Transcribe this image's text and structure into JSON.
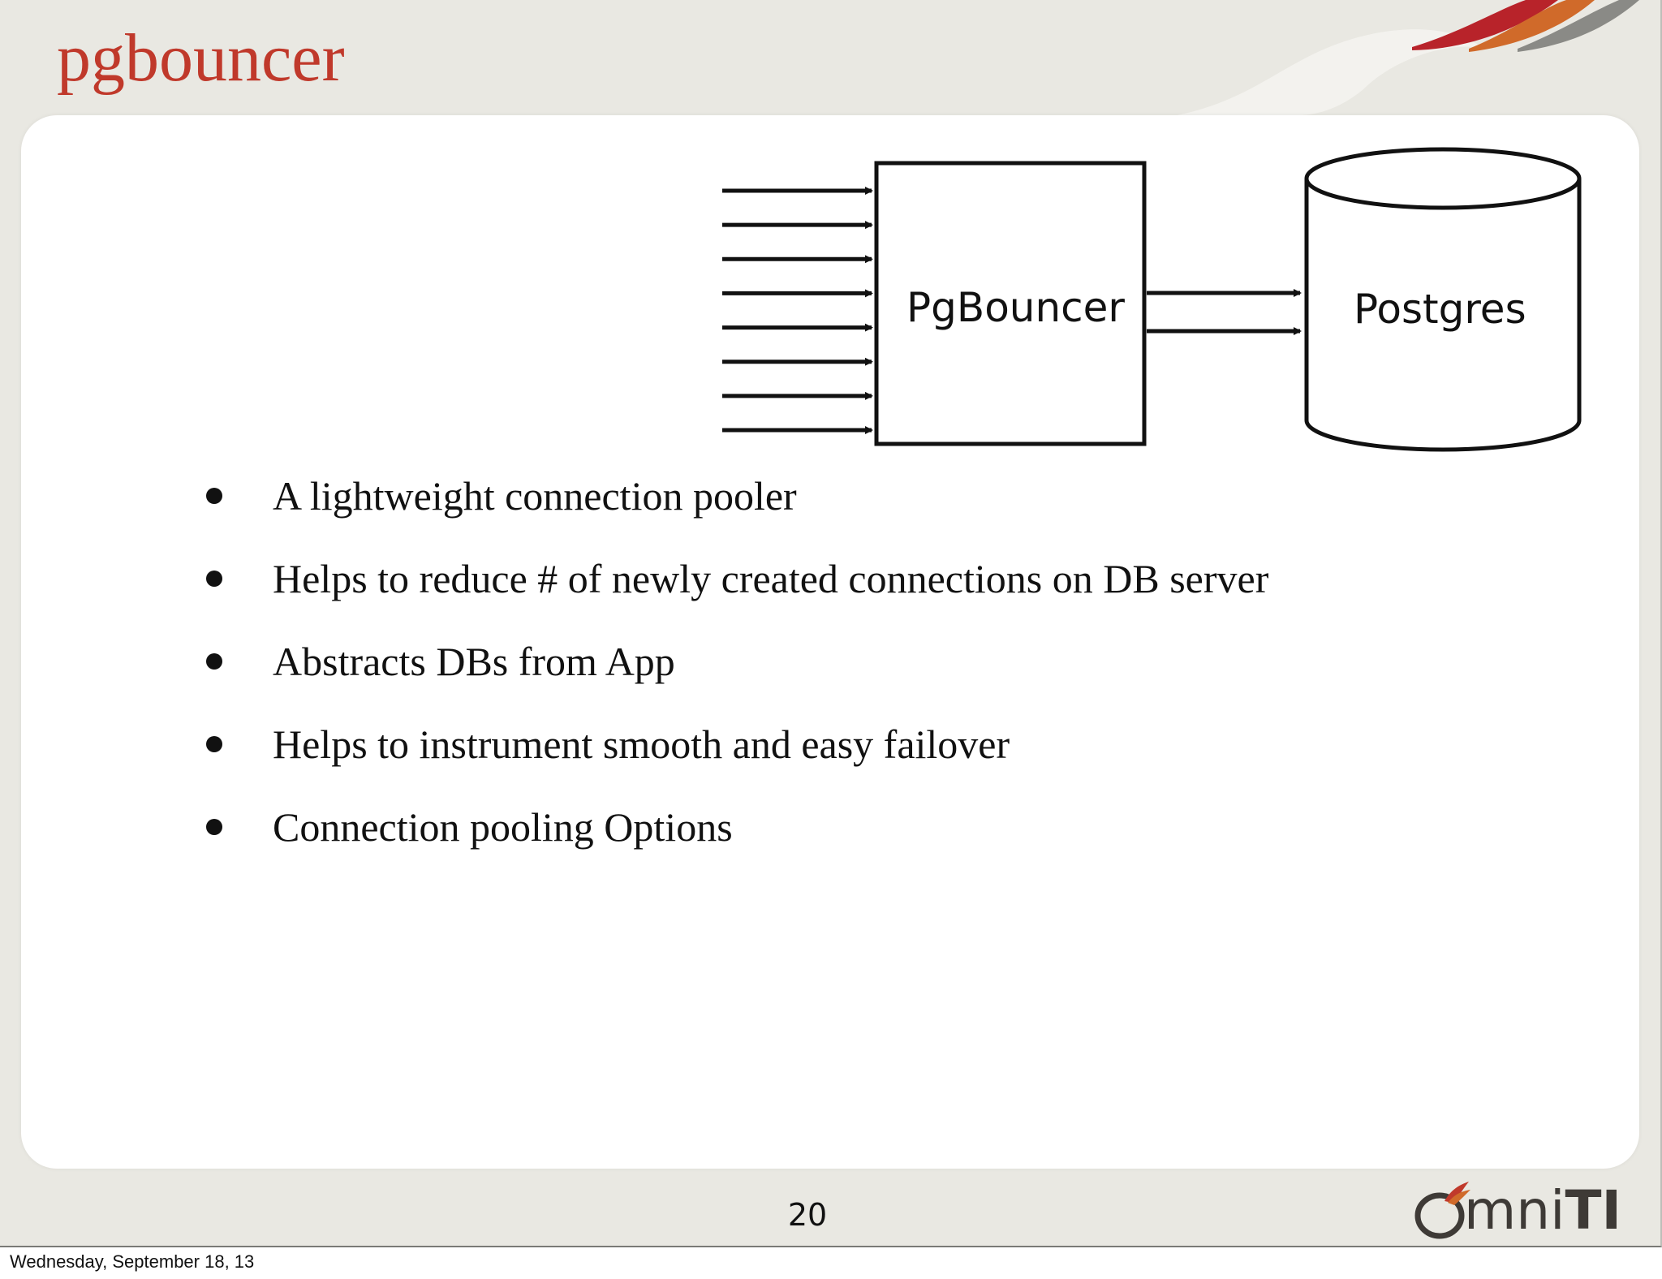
{
  "slide": {
    "title": "pgbouncer",
    "page_number": "20"
  },
  "diagram": {
    "proxy_label": "PgBouncer",
    "database_label": "Postgres",
    "incoming_connection_count": 8,
    "outgoing_connection_count": 2
  },
  "bullets": [
    {
      "text": "A lightweight connection pooler"
    },
    {
      "text": "Helps to reduce # of newly created connections on DB server"
    },
    {
      "text": "Abstracts DBs from App"
    },
    {
      "text": "Helps to instrument smooth and easy failover"
    },
    {
      "text": "Connection pooling Options"
    }
  ],
  "logo": {
    "text_light": "mni",
    "text_bold": "TI"
  },
  "footer": {
    "date": "Wednesday, September 18, 13"
  },
  "colors": {
    "title": "#c0392b",
    "background": "#e9e8e2",
    "swoosh_red": "#b8232a",
    "swoosh_orange": "#d06a2a",
    "swoosh_gray": "#8a8a86"
  }
}
